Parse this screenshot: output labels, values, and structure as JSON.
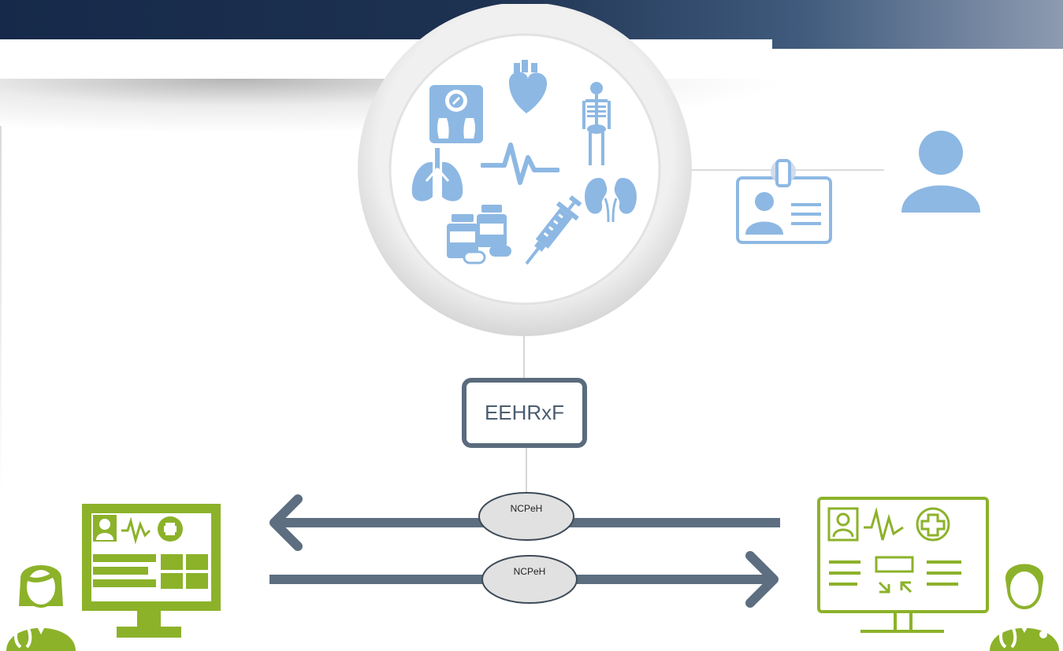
{
  "diagram": {
    "format_box": {
      "label": "EEHRxF"
    },
    "gateways": [
      {
        "label": "NCPeH",
        "direction": "to-left"
      },
      {
        "label": "NCPeH",
        "direction": "to-right"
      }
    ],
    "health_data_icons": [
      "scale-icon",
      "heart-icon",
      "skeleton-icon",
      "lungs-icon",
      "ecg-wave-icon",
      "kidneys-icon",
      "medicine-bottles-icon",
      "syringe-icon"
    ],
    "patient_icons": [
      "id-card-icon",
      "patient-person-icon"
    ],
    "provider_icons": [
      "doctor-female-icon",
      "ehr-monitor-icon",
      "doctor-male-icon"
    ]
  },
  "colors": {
    "banner_dark": "#16294a",
    "medical_blue": "#8db8e3",
    "green": "#8cb22a",
    "arrow_gray": "#5c6e80",
    "box_border": "#5a6b7d",
    "gateway_fill": "#e1e1e1"
  }
}
